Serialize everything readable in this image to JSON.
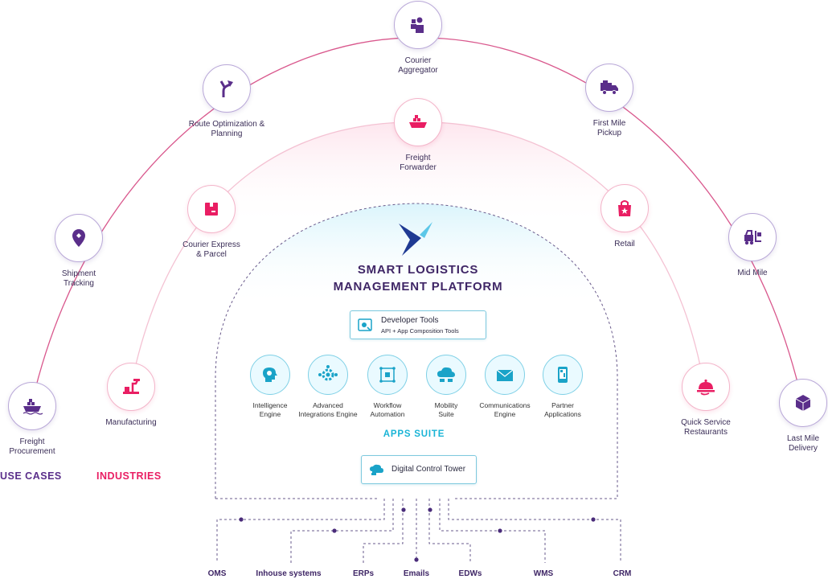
{
  "categories": {
    "use_cases": "USE CASES",
    "industries": "INDUSTRIES"
  },
  "use_cases": [
    {
      "id": "freight-procurement",
      "label": "Freight Procurement",
      "icon": "cargo-ship-icon"
    },
    {
      "id": "shipment-tracking",
      "label": "Shipment Tracking",
      "icon": "location-pin-icon"
    },
    {
      "id": "route-optimization",
      "label": "Route Optimization & Planning",
      "icon": "route-arrow-icon"
    },
    {
      "id": "courier-aggregator",
      "label": "Courier Aggregator",
      "icon": "courier-person-icon"
    },
    {
      "id": "first-mile-pickup",
      "label": "First Mile Pickup",
      "icon": "truck-icon"
    },
    {
      "id": "mid-mile",
      "label": "Mid Mile",
      "icon": "forklift-icon"
    },
    {
      "id": "last-mile-delivery",
      "label": "Last Mile Delivery",
      "icon": "package-box-icon"
    }
  ],
  "industries": [
    {
      "id": "manufacturing",
      "label": "Manufacturing",
      "icon": "factory-arm-icon"
    },
    {
      "id": "courier-express",
      "label": "Courier Express & Parcel",
      "icon": "parcel-icon"
    },
    {
      "id": "freight-forwarder",
      "label": "Freight Forwarder",
      "icon": "cargo-ship-icon"
    },
    {
      "id": "retail",
      "label": "Retail",
      "icon": "shopping-bag-icon"
    },
    {
      "id": "qsr",
      "label": "Quick Service Restaurants",
      "icon": "food-cloche-icon"
    }
  ],
  "platform": {
    "title_line1": "SMART LOGISTICS",
    "title_line2": "MANAGEMENT PLATFORM",
    "developer_tools": {
      "title": "Developer Tools",
      "subtitle": "API + App Composition Tools"
    },
    "apps": [
      {
        "id": "intelligence-engine",
        "label": "Intelligence Engine",
        "icon": "brain-head-icon"
      },
      {
        "id": "advanced-integrations",
        "label": "Advanced Integrations Engine",
        "icon": "gear-network-icon"
      },
      {
        "id": "workflow-automation",
        "label": "Workflow Automation",
        "icon": "workflow-icon"
      },
      {
        "id": "mobility-suite",
        "label": "Mobility Suite",
        "icon": "cloud-devices-icon"
      },
      {
        "id": "communications-engine",
        "label": "Communications Engine",
        "icon": "envelope-icon"
      },
      {
        "id": "partner-applications",
        "label": "Partner Applications",
        "icon": "mobile-apps-icon"
      }
    ],
    "apps_suite_label": "APPS SUITE",
    "control_tower": "Digital Control Tower"
  },
  "systems": [
    "OMS",
    "Inhouse systems",
    "ERPs",
    "Emails",
    "EDWs",
    "WMS",
    "CRM"
  ],
  "colors": {
    "use_case_purple": "#5a2e8a",
    "industry_pink": "#e91e63",
    "apps_cyan": "#1ab4d6"
  }
}
